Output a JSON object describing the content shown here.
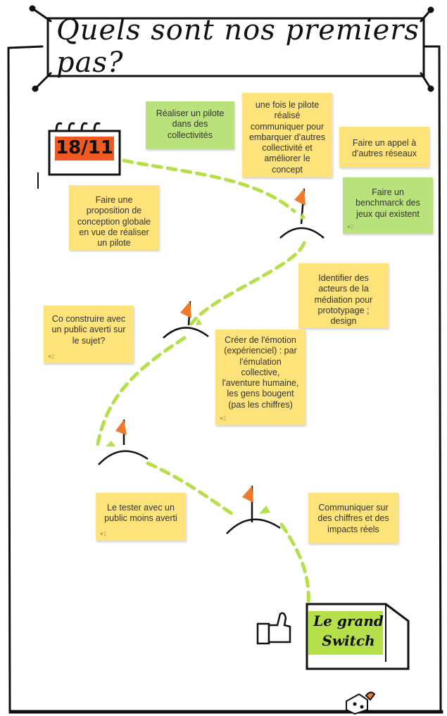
{
  "title": "Quels sont nos premiers pas?",
  "calendar_date": "18/11",
  "finish_sign": {
    "line1": "Le grand",
    "line2": "Switch"
  },
  "notes": [
    {
      "text": "Réaliser un pilote dans des collectivités",
      "likes": ""
    },
    {
      "text": "une fois le pilote réalisé communiquer pour embarquer d'autres collectivité et améliorer le concept",
      "likes": ""
    },
    {
      "text": "Faire un appel à d'autres réseaux",
      "likes": ""
    },
    {
      "text": "Faire un benchmarck des jeux qui existent",
      "likes": "2"
    },
    {
      "text": "Faire une proposition de conception globale en vue de réaliser un pilote",
      "likes": ""
    },
    {
      "text": "Identifier des acteurs de la médiation pour prototypage ; design",
      "likes": ""
    },
    {
      "text": "Co construire avec un public averti sur le sujet?",
      "likes": "2"
    },
    {
      "text": "Créer de l'émotion (expérienciel) : par l'émulation collective, l'aventure humaine, les gens bougent (pas les chiffres)",
      "likes": "2"
    },
    {
      "text": "Le tester avec un public moins averti",
      "likes": "1"
    },
    {
      "text": "Communiquer sur des chiffres et des impacts réels",
      "likes": ""
    }
  ],
  "colors": {
    "sticky_yellow": "#fde37a",
    "sticky_green": "#b9e27d",
    "path": "#b5e04a",
    "flag": "#f07a2a",
    "calendar_date_bg": "#f05a22"
  }
}
